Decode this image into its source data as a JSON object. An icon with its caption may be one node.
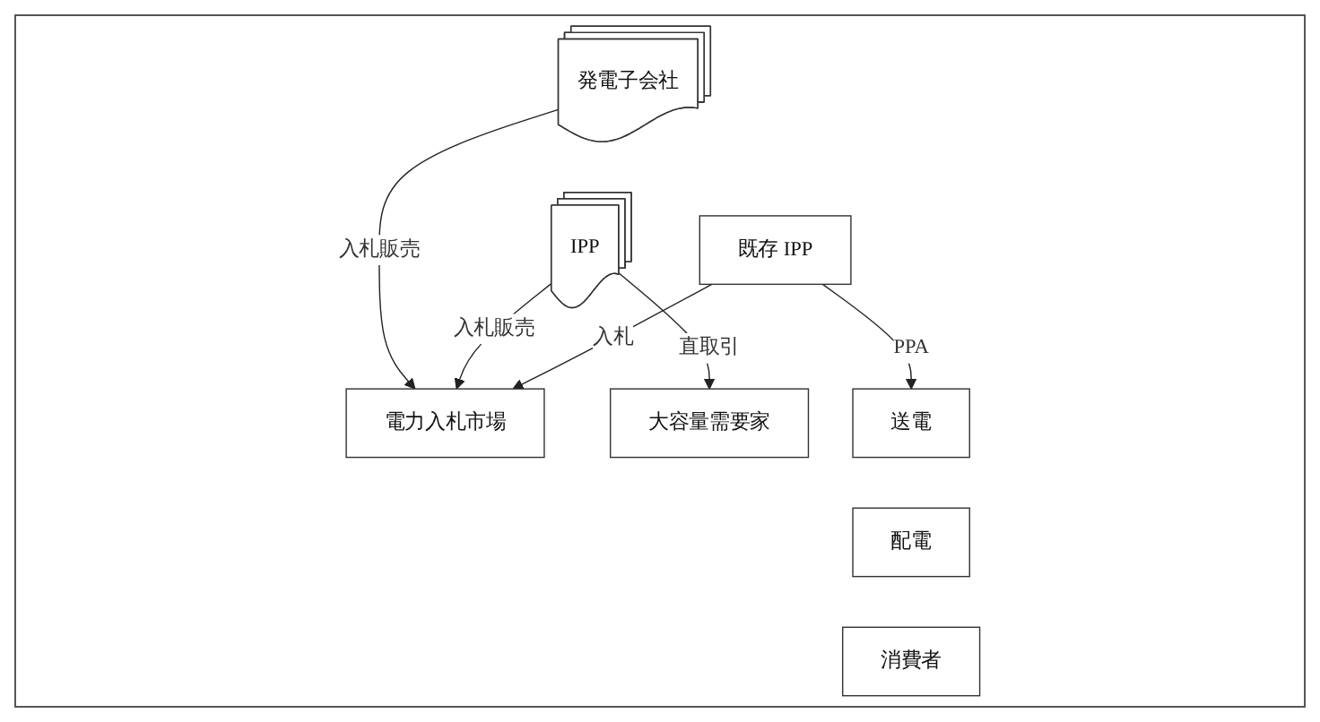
{
  "diagram": {
    "nodes": [
      {
        "text": [
          "発電子会社"
        ]
      },
      {
        "text": [
          "IPP"
        ]
      },
      {
        "text": [
          "電力入札市場"
        ]
      },
      {
        "text": [
          "既存 IPP"
        ]
      },
      {
        "text": [
          "送電"
        ]
      },
      {
        "text": [
          "配電"
        ]
      },
      {
        "text": [
          "消費者"
        ]
      },
      {
        "text": [
          "大容量需要家"
        ]
      }
    ],
    "edges": [
      {
        "from": 0,
        "to": 2,
        "arrow": "to",
        "label": "入札販売"
      },
      {
        "from": 1,
        "to": 2,
        "arrow": "to",
        "label": "入札販売"
      },
      {
        "from": 3,
        "to": 2,
        "arrow": "to",
        "label": "入札"
      },
      {
        "from": 1,
        "to": 7,
        "arrow": "to",
        "label": "直取引"
      },
      {
        "from": 3,
        "to": 4,
        "arrow": "to",
        "label": "PPA"
      }
    ]
  }
}
